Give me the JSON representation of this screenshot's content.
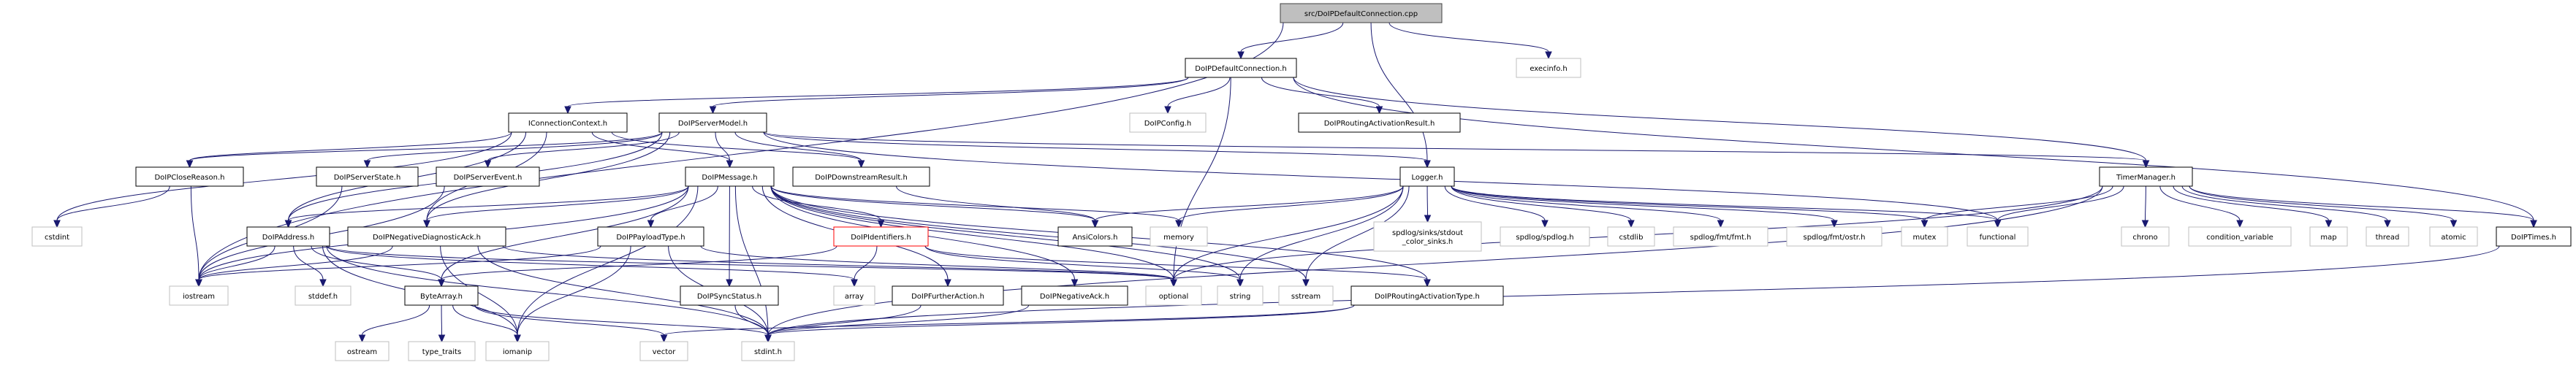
{
  "graph": {
    "title": "src/DoIPDefaultConnection.cpp",
    "edge_color": "#191970",
    "node_colors": {
      "main_fill": "#bfbfbf",
      "local_border": "#000000",
      "system_border": "#bfbfbf",
      "highlight_border": "#ff0000"
    },
    "nodes": [
      {
        "id": "cpp",
        "label": "src/DoIPDefaultConnection.cpp",
        "kind": "main"
      },
      {
        "id": "defconn",
        "label": "DoIPDefaultConnection.h",
        "kind": "local"
      },
      {
        "id": "execinfo",
        "label": "execinfo.h",
        "kind": "system"
      },
      {
        "id": "iconn",
        "label": "IConnectionContext.h",
        "kind": "local"
      },
      {
        "id": "srvmodel",
        "label": "DoIPServerModel.h",
        "kind": "local"
      },
      {
        "id": "config",
        "label": "DoIPConfig.h",
        "kind": "system"
      },
      {
        "id": "routres",
        "label": "DoIPRoutingActivationResult.h",
        "kind": "local"
      },
      {
        "id": "closereason",
        "label": "DoIPCloseReason.h",
        "kind": "local"
      },
      {
        "id": "srvstate",
        "label": "DoIPServerState.h",
        "kind": "local"
      },
      {
        "id": "srvevent",
        "label": "DoIPServerEvent.h",
        "kind": "local"
      },
      {
        "id": "message",
        "label": "DoIPMessage.h",
        "kind": "local"
      },
      {
        "id": "downstream",
        "label": "DoIPDownstreamResult.h",
        "kind": "local"
      },
      {
        "id": "logger",
        "label": "Logger.h",
        "kind": "local"
      },
      {
        "id": "timermgr",
        "label": "TimerManager.h",
        "kind": "local"
      },
      {
        "id": "cstdint",
        "label": "cstdint",
        "kind": "system"
      },
      {
        "id": "address",
        "label": "DoIPAddress.h",
        "kind": "local"
      },
      {
        "id": "negdiag",
        "label": "DoIPNegativeDiagnosticAck.h",
        "kind": "local"
      },
      {
        "id": "payload",
        "label": "DoIPPayloadType.h",
        "kind": "local"
      },
      {
        "id": "identifiers",
        "label": "DoIPIdentifiers.h",
        "kind": "highlight"
      },
      {
        "id": "ansicolors",
        "label": "AnsiColors.h",
        "kind": "local"
      },
      {
        "id": "memory",
        "label": "memory",
        "kind": "system"
      },
      {
        "id": "stdoutsinks",
        "label": "spdlog/sinks/stdout\n_color_sinks.h",
        "kind": "system"
      },
      {
        "id": "spdlog",
        "label": "spdlog/spdlog.h",
        "kind": "system"
      },
      {
        "id": "cstdlib",
        "label": "cstdlib",
        "kind": "system"
      },
      {
        "id": "fmt",
        "label": "spdlog/fmt/fmt.h",
        "kind": "system"
      },
      {
        "id": "ostr",
        "label": "spdlog/fmt/ostr.h",
        "kind": "system"
      },
      {
        "id": "mutex",
        "label": "mutex",
        "kind": "system"
      },
      {
        "id": "functional",
        "label": "functional",
        "kind": "system"
      },
      {
        "id": "chrono",
        "label": "chrono",
        "kind": "system"
      },
      {
        "id": "condvar",
        "label": "condition_variable",
        "kind": "system"
      },
      {
        "id": "map",
        "label": "map",
        "kind": "system"
      },
      {
        "id": "thread",
        "label": "thread",
        "kind": "system"
      },
      {
        "id": "atomic",
        "label": "atomic",
        "kind": "system"
      },
      {
        "id": "times",
        "label": "DoIPTimes.h",
        "kind": "local"
      },
      {
        "id": "iostream",
        "label": "iostream",
        "kind": "system"
      },
      {
        "id": "stddef",
        "label": "stddef.h",
        "kind": "system"
      },
      {
        "id": "bytearray",
        "label": "ByteArray.h",
        "kind": "local"
      },
      {
        "id": "syncstatus",
        "label": "DoIPSyncStatus.h",
        "kind": "local"
      },
      {
        "id": "array",
        "label": "array",
        "kind": "system"
      },
      {
        "id": "further",
        "label": "DoIPFurtherAction.h",
        "kind": "local"
      },
      {
        "id": "negack",
        "label": "DoIPNegativeAck.h",
        "kind": "local"
      },
      {
        "id": "optional",
        "label": "optional",
        "kind": "system"
      },
      {
        "id": "string",
        "label": "string",
        "kind": "system"
      },
      {
        "id": "sstream",
        "label": "sstream",
        "kind": "system"
      },
      {
        "id": "routtype",
        "label": "DoIPRoutingActivationType.h",
        "kind": "local"
      },
      {
        "id": "ostream",
        "label": "ostream",
        "kind": "system"
      },
      {
        "id": "typetraits",
        "label": "type_traits",
        "kind": "system"
      },
      {
        "id": "iomanip",
        "label": "iomanip",
        "kind": "system"
      },
      {
        "id": "vector",
        "label": "vector",
        "kind": "system"
      },
      {
        "id": "stdint",
        "label": "stdint.h",
        "kind": "system"
      }
    ],
    "edges": [
      [
        "cpp",
        "defconn"
      ],
      [
        "cpp",
        "execinfo"
      ],
      [
        "cpp",
        "logger"
      ],
      [
        "cpp",
        "iostream"
      ],
      [
        "defconn",
        "iconn"
      ],
      [
        "defconn",
        "srvmodel"
      ],
      [
        "defconn",
        "config"
      ],
      [
        "defconn",
        "routres"
      ],
      [
        "defconn",
        "timermgr"
      ],
      [
        "defconn",
        "optional"
      ],
      [
        "defconn",
        "times"
      ],
      [
        "iconn",
        "closereason"
      ],
      [
        "iconn",
        "message"
      ],
      [
        "iconn",
        "downstream"
      ],
      [
        "iconn",
        "cstdint"
      ],
      [
        "iconn",
        "address"
      ],
      [
        "iconn",
        "negdiag"
      ],
      [
        "srvmodel",
        "closereason"
      ],
      [
        "srvmodel",
        "srvstate"
      ],
      [
        "srvmodel",
        "srvevent"
      ],
      [
        "srvmodel",
        "message"
      ],
      [
        "srvmodel",
        "downstream"
      ],
      [
        "srvmodel",
        "logger"
      ],
      [
        "srvmodel",
        "functional"
      ],
      [
        "srvmodel",
        "negdiag"
      ],
      [
        "srvmodel",
        "address"
      ],
      [
        "srvmodel",
        "timermgr"
      ],
      [
        "closereason",
        "cstdint"
      ],
      [
        "closereason",
        "iostream"
      ],
      [
        "srvstate",
        "iostream"
      ],
      [
        "srvevent",
        "iostream"
      ],
      [
        "message",
        "address"
      ],
      [
        "message",
        "negdiag"
      ],
      [
        "message",
        "payload"
      ],
      [
        "message",
        "identifiers"
      ],
      [
        "message",
        "ansicolors"
      ],
      [
        "message",
        "memory"
      ],
      [
        "message",
        "iostream"
      ],
      [
        "message",
        "bytearray"
      ],
      [
        "message",
        "syncstatus"
      ],
      [
        "message",
        "further"
      ],
      [
        "message",
        "negack"
      ],
      [
        "message",
        "optional"
      ],
      [
        "message",
        "sstream"
      ],
      [
        "message",
        "routtype"
      ],
      [
        "message",
        "iomanip"
      ],
      [
        "message",
        "stdint"
      ],
      [
        "message",
        "string"
      ],
      [
        "downstream",
        "ansicolors"
      ],
      [
        "logger",
        "ansicolors"
      ],
      [
        "logger",
        "memory"
      ],
      [
        "logger",
        "stdoutsinks"
      ],
      [
        "logger",
        "spdlog"
      ],
      [
        "logger",
        "cstdlib"
      ],
      [
        "logger",
        "fmt"
      ],
      [
        "logger",
        "ostr"
      ],
      [
        "logger",
        "mutex"
      ],
      [
        "logger",
        "functional"
      ],
      [
        "logger",
        "optional"
      ],
      [
        "logger",
        "string"
      ],
      [
        "logger",
        "sstream"
      ],
      [
        "timermgr",
        "mutex"
      ],
      [
        "timermgr",
        "functional"
      ],
      [
        "timermgr",
        "chrono"
      ],
      [
        "timermgr",
        "condvar"
      ],
      [
        "timermgr",
        "map"
      ],
      [
        "timermgr",
        "thread"
      ],
      [
        "timermgr",
        "atomic"
      ],
      [
        "timermgr",
        "times"
      ],
      [
        "timermgr",
        "optional"
      ],
      [
        "timermgr",
        "stdint"
      ],
      [
        "times",
        "stdint"
      ],
      [
        "address",
        "iostream"
      ],
      [
        "address",
        "stddef"
      ],
      [
        "address",
        "bytearray"
      ],
      [
        "address",
        "array"
      ],
      [
        "address",
        "iomanip"
      ],
      [
        "address",
        "stdint"
      ],
      [
        "address",
        "optional"
      ],
      [
        "negdiag",
        "iostream"
      ],
      [
        "negdiag",
        "iomanip"
      ],
      [
        "negdiag",
        "stdint"
      ],
      [
        "negdiag",
        "optional"
      ],
      [
        "payload",
        "iostream"
      ],
      [
        "payload",
        "iomanip"
      ],
      [
        "payload",
        "stdint"
      ],
      [
        "payload",
        "optional"
      ],
      [
        "identifiers",
        "bytearray"
      ],
      [
        "identifiers",
        "array"
      ],
      [
        "identifiers",
        "string"
      ],
      [
        "identifiers",
        "routtype"
      ],
      [
        "bytearray",
        "ostream"
      ],
      [
        "bytearray",
        "typetraits"
      ],
      [
        "bytearray",
        "iomanip"
      ],
      [
        "bytearray",
        "vector"
      ],
      [
        "bytearray",
        "stdint"
      ],
      [
        "syncstatus",
        "stdint"
      ],
      [
        "further",
        "stdint"
      ],
      [
        "negack",
        "stdint"
      ],
      [
        "routtype",
        "stdint"
      ],
      [
        "routtype",
        "vector"
      ]
    ]
  }
}
